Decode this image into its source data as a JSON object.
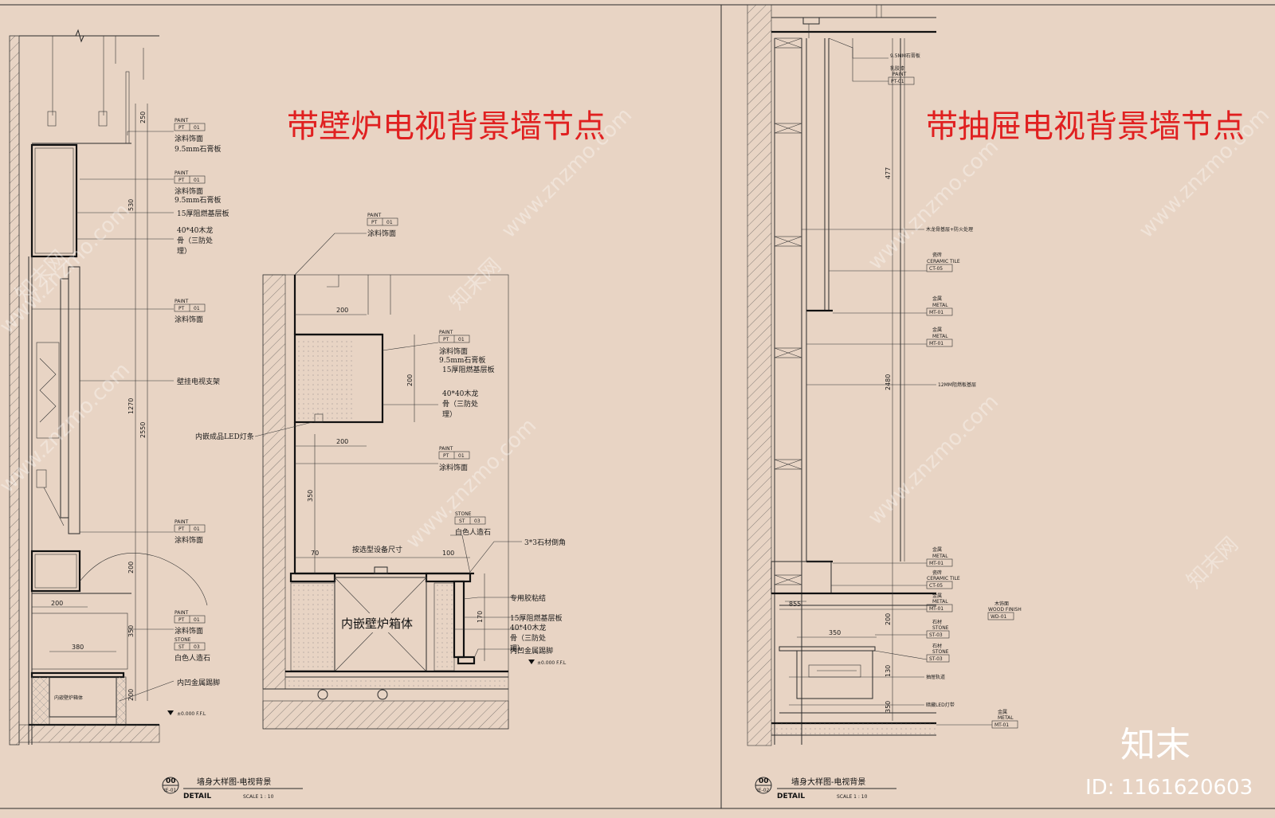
{
  "titles": {
    "left": "带壁炉电视背景墙节点",
    "right": "带抽屉电视背景墙节点"
  },
  "colors": {
    "background": "#e8d4c4",
    "title": "#e02020",
    "line": "#2a2a2a",
    "watermark": "#ffffff"
  },
  "watermark": {
    "text": "www.znzmo.com",
    "brand": "知末网",
    "logo": "知末",
    "id": "ID: 1161620603"
  },
  "left_elevation": {
    "dims": [
      "250",
      "530",
      "1270",
      "2550",
      "200",
      "350",
      "200",
      "200",
      "380"
    ],
    "labels": {
      "paint1_code": "PAINT",
      "paint1_tag": "PT",
      "paint1_num": "01",
      "paint1_text": "涂料饰面",
      "paint1_sub": "9.5mm石膏板",
      "paint2_code": "PAINT",
      "paint2_tag": "PT",
      "paint2_num": "01",
      "paint2_text": "涂料饰面",
      "paint2_sub": "9.5mm石膏板",
      "base15": "15厚阻燃基层板",
      "wood1": "40*40木龙",
      "wood2": "骨（三防处",
      "wood3": "理）",
      "paint3_code": "PAINT",
      "paint3_tag": "PT",
      "paint3_num": "01",
      "paint3_text": "涂料饰面",
      "tv_bracket": "壁挂电视支架",
      "paint4_code": "PAINT",
      "paint4_tag": "PT",
      "paint4_num": "01",
      "paint4_text": "涂料饰面",
      "paint5_code": "PAINT",
      "paint5_tag": "PT",
      "paint5_num": "01",
      "paint5_text": "涂料饰面",
      "stone_code": "STONE",
      "stone_tag": "ST",
      "stone_num": "03",
      "stone_text": "白色人造石",
      "kick": "内凹金属踢脚",
      "box": "内嵌壁炉箱体",
      "level": "±0.000 F.F.L"
    }
  },
  "middle_detail": {
    "dims": [
      "200",
      "200",
      "200",
      "350",
      "70",
      "100",
      "170"
    ],
    "labels": {
      "p1_code": "PAINT",
      "p1_tag": "PT",
      "p1_num": "01",
      "p1_text": "涂料饰面",
      "p2_code": "PAINT",
      "p2_tag": "PT",
      "p2_num": "01",
      "p2_text": "涂料饰面",
      "p2_sub": "9.5mm石膏板",
      "p2_base": "15厚阻燃基层板",
      "wood1": "40*40木龙",
      "wood2": "骨（三防处",
      "wood3": "理）",
      "led": "内嵌成品LED灯条",
      "p3_code": "PAINT",
      "p3_tag": "PT",
      "p3_num": "01",
      "p3_text": "涂料饰面",
      "stone_code": "STONE",
      "stone_tag": "ST",
      "stone_num": "03",
      "stone_text": "白色人造石",
      "equip": "按选型设备尺寸",
      "chamfer": "3*3石材倒角",
      "glue": "专用胶粘结",
      "base15": "15厚阻燃基层板",
      "wood4": "40*40木龙",
      "wood5": "骨（三防处",
      "wood6": "理）",
      "kick": "内凹金属踢脚",
      "box": "内嵌壁炉箱体",
      "level": "±0.000 F.F.L"
    }
  },
  "right_detail": {
    "dims": [
      "477",
      "2480",
      "855",
      "350",
      "200",
      "130",
      "350"
    ],
    "labels": {
      "gyp": "9.5MM石膏板",
      "latex": "乳胶漆",
      "paint_word": "PAINT",
      "pt01": "PT-01",
      "wood_frame": "木龙骨基层+防火处理",
      "ct_cn": "瓷砖",
      "ct_en": "CERAMIC TILE",
      "ct05": "CT-05",
      "mt1_cn": "金属",
      "mt1_en": "METAL",
      "mt1": "MT-01",
      "mt2_cn": "金属",
      "mt2_en": "METAL",
      "mt2": "MT-01",
      "base12": "12MM阻燃板基层",
      "mt3_cn": "金属",
      "mt3_en": "METAL",
      "mt3": "MT-01",
      "ct2_cn": "瓷砖",
      "ct2_en": "CERAMIC TILE",
      "ct2": "CT-05",
      "mt4_cn": "金属",
      "mt4_en": "METAL",
      "mt4": "MT-01",
      "wd_cn": "木饰面",
      "wd_en": "WOOD FINISH",
      "wd": "WD-01",
      "st1_cn": "石材",
      "st1_en": "STONE",
      "st1": "ST-03",
      "st2_cn": "石材",
      "st2_en": "STONE",
      "st2": "ST-03",
      "rail": "抽屉轨道",
      "ledstrip": "暗藏LED灯带",
      "mt5_cn": "金属",
      "mt5_en": "METAL",
      "mt5": "MT-01"
    }
  },
  "title_blocks": [
    {
      "num": "00",
      "ref": "IE-01",
      "name": "墙身大样图-电视背景",
      "detail": "DETAIL",
      "scale": "SCALE 1 : 10"
    },
    {
      "num": "00",
      "ref": "IE-02",
      "name": "墙身大样图-电视背景",
      "detail": "DETAIL",
      "scale": "SCALE 1 : 10"
    }
  ]
}
